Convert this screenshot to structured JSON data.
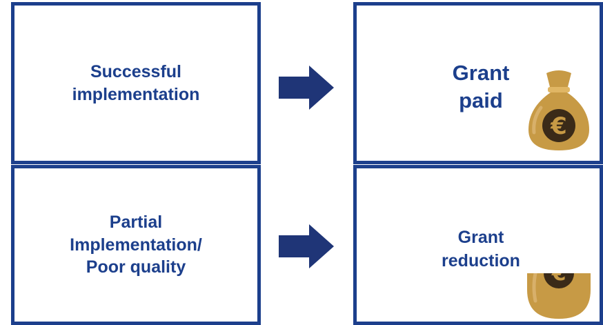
{
  "rows": [
    {
      "condition": "Successful\nimplementation",
      "outcome": "Grant\npaid"
    },
    {
      "condition": "Partial\nImplementation/\nPoor quality",
      "outcome": "Grant\nreduction"
    }
  ],
  "icons": [
    "arrow-right-icon",
    "money-bag-euro-icon"
  ],
  "colors": {
    "primary": "#1c3f8c",
    "arrow": "#1f3577",
    "bag": "#c79a45"
  }
}
